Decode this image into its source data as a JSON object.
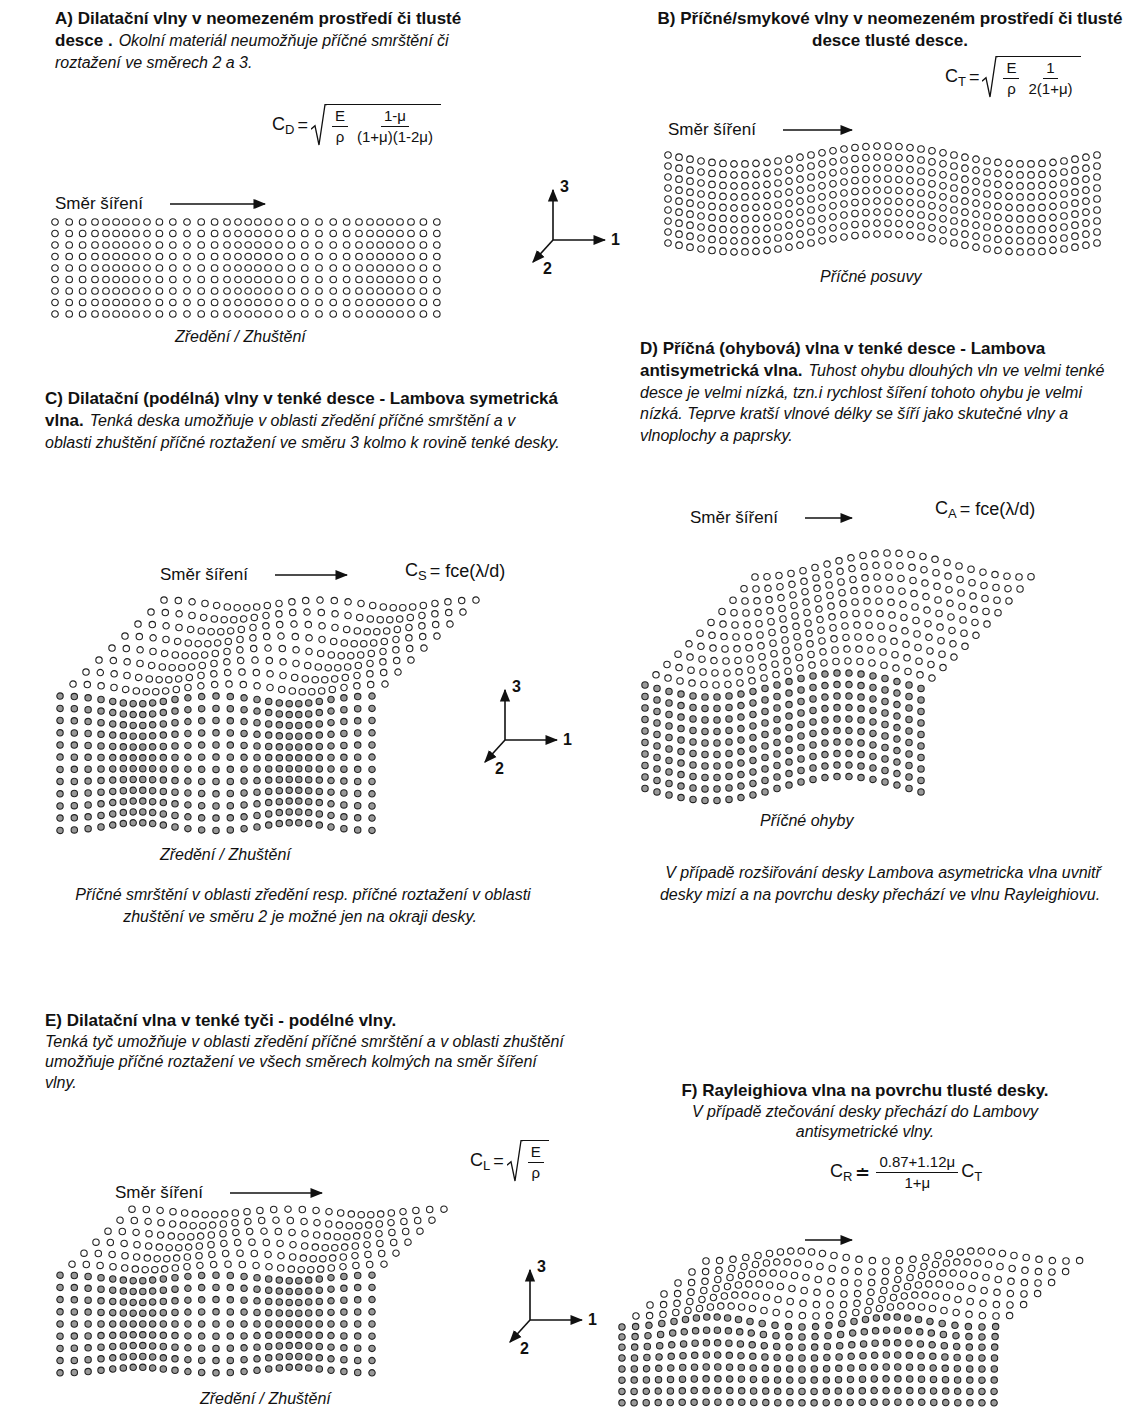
{
  "diagram": {
    "labels": [
      "A) Dilatační vlny v neomezeném prostředí či tlusté desce .",
      "Okolní materiál neumožňuje příčné smrštění či roztažení ve směrech 2 a 3.",
      "C",
      "D",
      "=",
      "E",
      "ρ",
      "1-μ",
      "(1+μ)(1-2μ)",
      "Směr šíření",
      "3",
      "1",
      "2",
      "Zředění / Zhuštění",
      "B) Příčné/smykové vlny v neomezeném prostředí či tlusté desce tlusté desce.",
      "C",
      "T",
      "=",
      "E",
      "ρ",
      "1",
      "2(1+μ)",
      "Směr šíření",
      "Příčné posuvy",
      "C) Dilatační (podélná) vlny v tenké desce - Lambova symetrická vlna.",
      "Tenká deska umožňuje v oblasti zředění příčné smrštění a v oblasti zhuštění příčné roztažení ve směru 3 kolmo k rovině tenké desky.",
      "C",
      "S",
      "= fce(λ/d)",
      "Směr šíření",
      "3",
      "1",
      "2",
      "Zředění / Zhuštění",
      "Příčné smrštění v oblasti zředění resp. příčné roztažení v oblasti zhuštění ve směru 2 je možné jen na okraji desky.",
      "D) Příčná (ohybová) vlna v tenké desce - Lambova antisymetrická vlna.",
      "Tuhost ohybu dlouhých vln ve velmi tenké desce je velmi nízká, tzn.i rychlost šíření tohoto ohybu je velmi nízká. Teprve kratší vlnové délky se šíří jako skutečné vlny a vlnoplochy a paprsky.",
      "C",
      "A",
      "= fce(λ/d)",
      "Směr šíření",
      "Příčné ohyby",
      "V případě rozšiřování desky Lambova asymetricka vlna uvnitř desky mizí a na povrchu desky přechází ve vlnu Rayleighiovu.",
      "E) Dilatační vlna v tenké tyči - podélné vlny.",
      "Tenká tyč umožňuje v oblasti zředění příčné smrštění a v oblasti zhuštění umožňuje příčné roztažení ve všech směrech kolmých na směr šíření vlny.",
      "C",
      "L",
      "=",
      "E",
      "ρ",
      "Směr šíření",
      "3",
      "1",
      "2",
      "Zředění / Zhuštění",
      "F) Rayleighiova vlna na povrchu tlusté desky.",
      "V případě ztečování desky přechází do Lambovy antisymetrické vlny.",
      "C",
      "R",
      "≐",
      "0.87+1.12μ",
      "1+μ",
      "C",
      "T"
    ]
  }
}
